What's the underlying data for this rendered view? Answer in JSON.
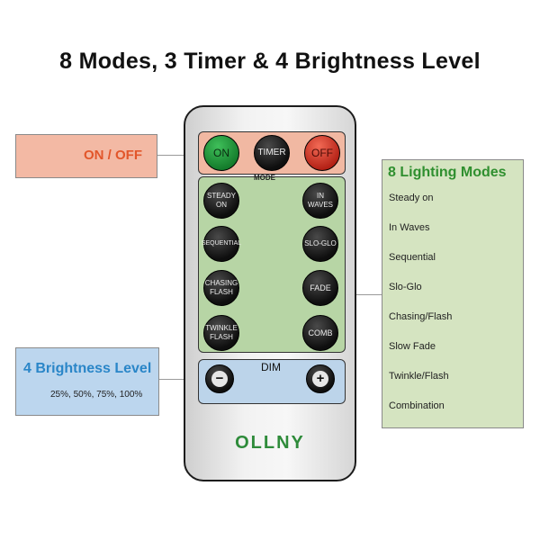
{
  "title": "8 Modes, 3 Timer & 4 Brightness Level",
  "onoff_callout": {
    "label": "ON / OFF"
  },
  "brightness_callout": {
    "heading": "4 Brightness Level",
    "levels": "25%, 50%, 75%, 100%"
  },
  "modes_callout": {
    "heading": "8 Lighting Modes",
    "items": [
      "Steady on",
      "In Waves",
      "Sequential",
      "Slo-Glo",
      "Chasing/Flash",
      "Slow Fade",
      "Twinkle/Flash",
      "Combination"
    ]
  },
  "remote": {
    "top_buttons": {
      "on": "ON",
      "timer": "TIMER",
      "off": "OFF"
    },
    "mode_label": "MODE",
    "mode_buttons": {
      "steady_on": "STEADY ON",
      "in_waves": "IN WAVES",
      "sequential": "SEQUENTIAL",
      "slo_glo": "SLO-GLO",
      "chasing_flash": "CHASING FLASH",
      "fade": "FADE",
      "twinkle_flash": "TWINKLE FLASH",
      "comb": "COMB"
    },
    "dim_label": "DIM",
    "dim_minus": "−",
    "dim_plus": "+",
    "brand": "OLLNY"
  },
  "colors": {
    "onoff_box": "#f3b9a4",
    "onoff_text": "#e2562a",
    "brightness_box": "#bcd6ee",
    "brightness_text": "#2a86c8",
    "modes_box": "#d5e4c1",
    "modes_text": "#2f8f2f",
    "on_button": "#1f9a3a",
    "off_button": "#d03a2a",
    "brand": "#2e8b3a"
  }
}
